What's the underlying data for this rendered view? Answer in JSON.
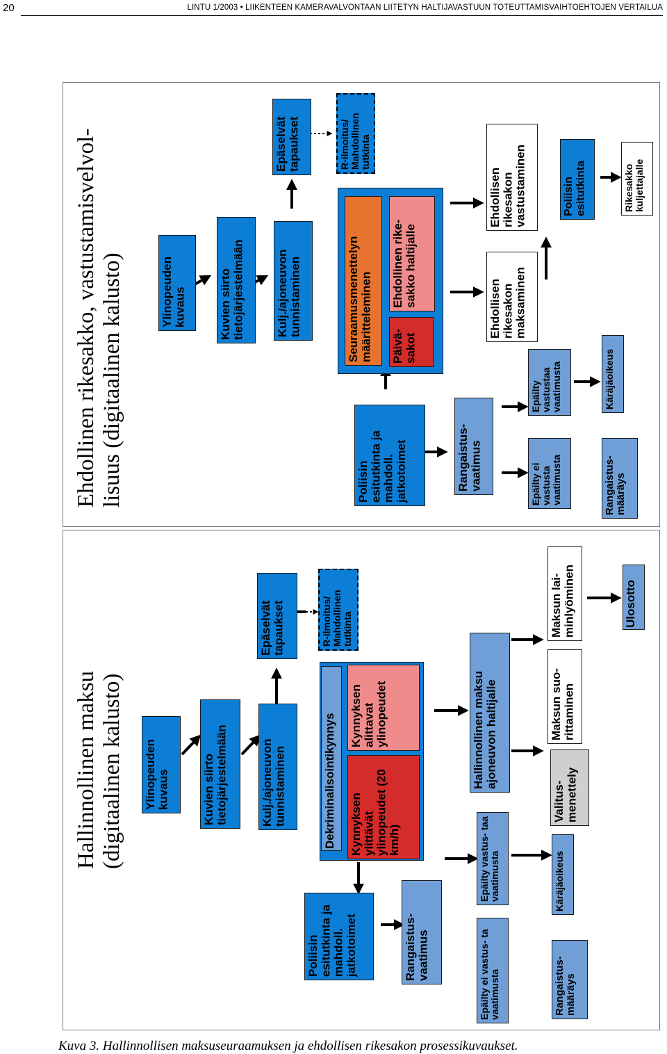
{
  "header": {
    "page_number": "20",
    "running_head": "LINTU 1/2003 • LIIKENTEEN KAMERAVALVONTAAN LIITETYN HALTIJAVASTUUN TOTEUTTAMISVAIHTOEHTOJEN VERTAILUA"
  },
  "left_diagram": {
    "title": [
      "Hallinnollinen maksu",
      "(digitaalinen kalusto)"
    ],
    "boxes": {
      "ylinopeuden_kuvaus": "Ylinopeuden kuvaus",
      "kuvien_siirto": "Kuvien siirto tietojärjestelmään",
      "kulj_tunnistaminen": "Kulj./ajoneuvon tunnistaminen",
      "epaselvat": "Epäselvät tapaukset",
      "r_ilmoitus": "R-ilmoitus/ Mahdollinen tutkinta",
      "dekriminalisointikynnys": "Dekriminalisointikynnys",
      "ylittavat": "Kynnyksen ylittävät ylinopeudet (20 km/h)",
      "alittavat": "Kynnyksen alittavat ylinopeudet",
      "poliisin_esitutkinta": "Poliisin esitutkinta ja mahdoll. jatkotoimet",
      "rangaistusvaatimus": "Rangaistus- vaatimus",
      "hallinnollinen_maksu": "Hallinnollinen maksu ajoneuvon haltijalle",
      "epailty_ei_vastusta": "Epäilty ei vastus- ta vaatimusta",
      "epailty_vastustaa": "Epäilty vastus- taa vaatimusta",
      "rangaistusmaarays": "Rangaistus- määräys",
      "karajaoikeus": "Käräjäoikeus",
      "valitusmenettely": "Valitus- menettely",
      "maksun_suorittaminen": "Maksun suo- rittaminen",
      "maksun_laiminlyominen": "Maksun lai- minlyöminen",
      "ulosotto": "Ulosotto"
    }
  },
  "right_diagram": {
    "title": [
      "Ehdollinen rikesakko, vastustamisvelvol-",
      "lisuus (digitaalinen kalusto)"
    ],
    "boxes": {
      "ylinopeuden_kuvaus": "Ylinopeuden kuvaus",
      "kuvien_siirto": "Kuvien siirto tietojärjestelmään",
      "kulj_tunnistaminen": "Kulj./ajoneuvon tunnistaminen",
      "epaselvat": "Epäselvät tapaukset",
      "r_ilmoitus": "R-ilmoitus/ Mahdollinen tutkinta",
      "seuraamusmenettelyn": "Seuraamusmenettelyn määritteleminen",
      "paivasakot": "Päivä- sakot",
      "ehdollinen_rikesakko": "Ehdollinen rike- sakko haltijalle",
      "poliisin_esitutkinta": "Poliisin esitutkinta ja mahdoll. jatkotoimet",
      "rangaistusvaatimus": "Rangaistus- vaatimus",
      "epailty_ei_vastusta": "Epäilty ei vastusta vaatimusta",
      "epailty_vastustaa": "Epäilty vastustaa vaatimusta",
      "ehdollisen_maksaminen": "Ehdollisen rikesakon maksaminen",
      "ehdollisen_vastustaminen": "Ehdollisen rikesakon vastustaminen",
      "poliisin_esitutkinta2": "Poliisin esitutkinta",
      "rangaistusmaarays": "Rangaistus- määräys",
      "karajaoikeus": "Käräjäoikeus",
      "rikesakko_kuljettajalle": "Rikesakko kuljettajalle"
    }
  },
  "caption": "Kuva 3. Hallinnollisen maksuseuraamuksen ja ehdollisen rikesakon prosessikuvaukset."
}
